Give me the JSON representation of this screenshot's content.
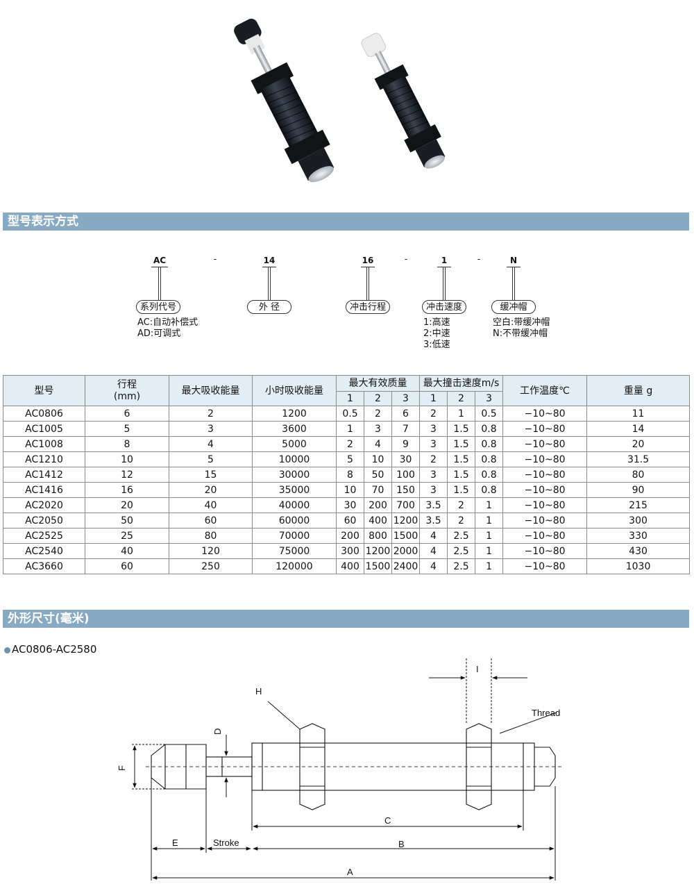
{
  "sections": {
    "model_designation": "型号表示方式",
    "dimensions": "外形尺寸(毫米)"
  },
  "model_code": {
    "parts": [
      "AC",
      "14",
      "16",
      "1",
      "N"
    ],
    "separator": "-",
    "labels": [
      "系列代号",
      "外 径",
      "冲击行程",
      "冲击速度",
      "缓冲帽"
    ],
    "series_desc": [
      "AC:自动补偿式",
      "AD:可调式"
    ],
    "speed_desc": [
      "1:高速",
      "2:中速",
      "3:低速"
    ],
    "cap_desc": [
      "空白:带缓冲帽",
      "N:不带缓冲帽"
    ]
  },
  "table": {
    "headers": {
      "model": "型号",
      "stroke_line1": "行程",
      "stroke_line2": "(mm)",
      "max_energy": "最大吸收能量",
      "hourly_energy": "小时吸收能量",
      "max_mass": "最大有效质量",
      "max_speed": "最大撞击速度m/s",
      "temperature": "工作温度℃",
      "weight": "重量 g",
      "sub": [
        "1",
        "2",
        "3"
      ]
    },
    "rows": [
      [
        "AC0806",
        "6",
        "2",
        "1200",
        "0.5",
        "2",
        "6",
        "2",
        "1",
        "0.5",
        "−10~80",
        "11"
      ],
      [
        "AC1005",
        "5",
        "3",
        "3600",
        "1",
        "3",
        "7",
        "3",
        "1.5",
        "0.8",
        "−10~80",
        "14"
      ],
      [
        "AC1008",
        "8",
        "4",
        "5000",
        "2",
        "4",
        "9",
        "3",
        "1.5",
        "0.8",
        "−10~80",
        "20"
      ],
      [
        "AC1210",
        "10",
        "5",
        "10000",
        "5",
        "10",
        "30",
        "2",
        "1.5",
        "0.8",
        "−10~80",
        "31.5"
      ],
      [
        "AC1412",
        "12",
        "15",
        "30000",
        "8",
        "50",
        "100",
        "3",
        "1.5",
        "0.8",
        "−10~80",
        "80"
      ],
      [
        "AC1416",
        "16",
        "20",
        "35000",
        "10",
        "70",
        "150",
        "3",
        "1.5",
        "0.8",
        "−10~80",
        "90"
      ],
      [
        "AC2020",
        "20",
        "40",
        "40000",
        "30",
        "200",
        "700",
        "3.5",
        "2",
        "1",
        "−10~80",
        "215"
      ],
      [
        "AC2050",
        "50",
        "60",
        "60000",
        "60",
        "400",
        "1200",
        "3.5",
        "2",
        "1",
        "−10~80",
        "300"
      ],
      [
        "AC2525",
        "25",
        "80",
        "70000",
        "200",
        "800",
        "1500",
        "4",
        "2.5",
        "1",
        "−10~80",
        "330"
      ],
      [
        "AC2540",
        "40",
        "120",
        "75000",
        "300",
        "1200",
        "2000",
        "4",
        "2.5",
        "1",
        "−10~80",
        "430"
      ],
      [
        "AC3660",
        "60",
        "250",
        "120000",
        "400",
        "1500",
        "2400",
        "4",
        "2.5",
        "1",
        "−10~80",
        "1030"
      ]
    ]
  },
  "dimension_range": "AC0806-AC2580",
  "diagram_labels": {
    "H": "H",
    "I": "I",
    "D": "D",
    "F": "F",
    "thread": "Thread",
    "C": "C",
    "E": "E",
    "stroke": "Stroke",
    "B": "B",
    "A": "A"
  },
  "colors": {
    "section_bar": "#88a9c2",
    "table_header": "#e3edf4",
    "bullet": "#6e93b0",
    "absorber_body": "#1d2228"
  }
}
